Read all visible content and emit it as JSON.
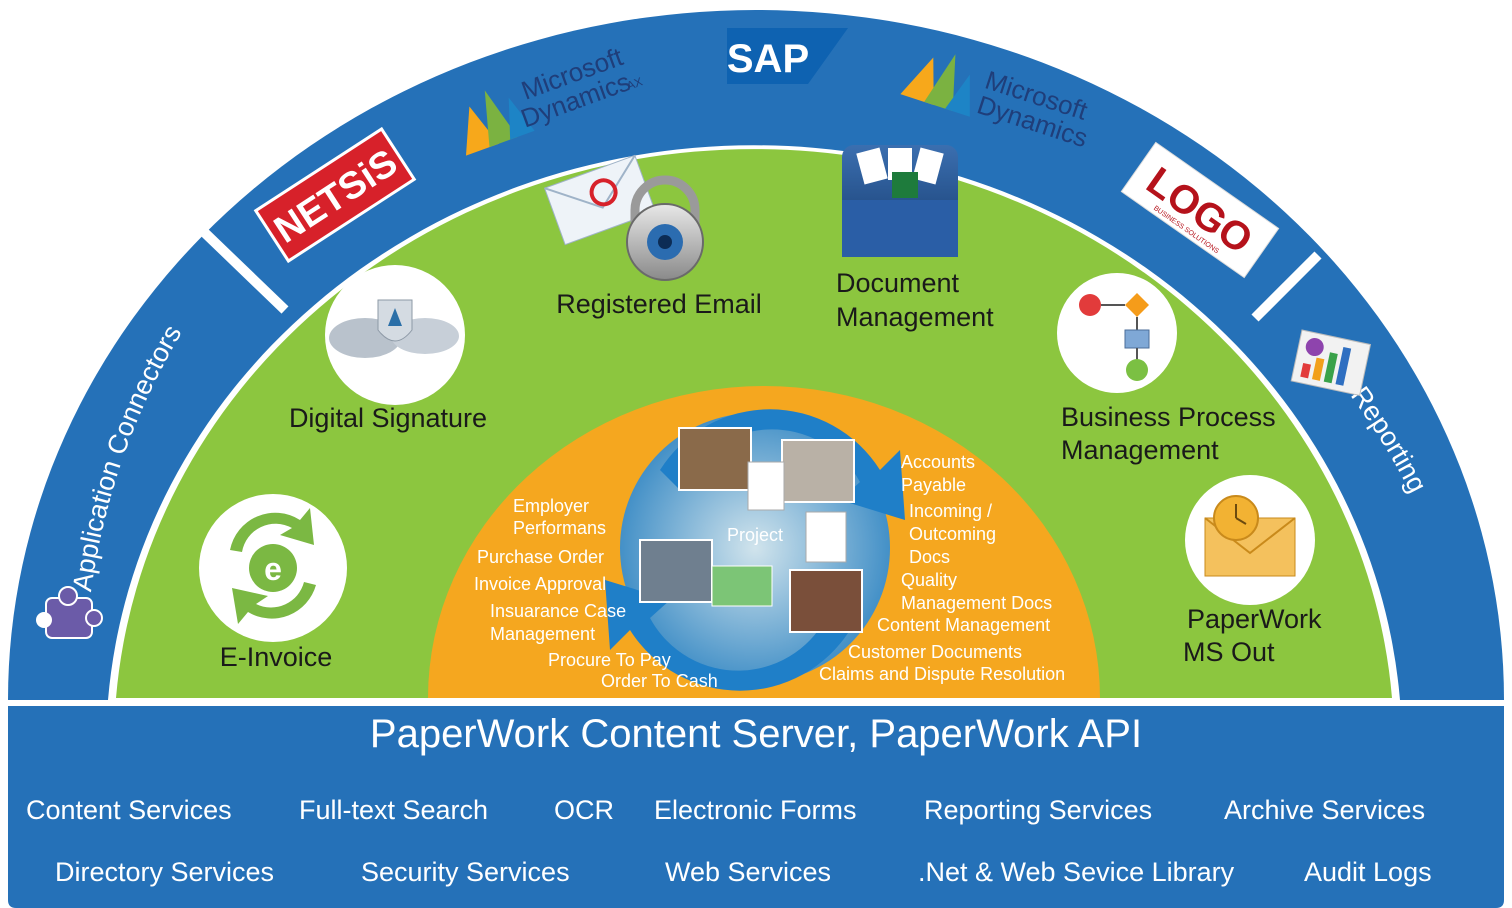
{
  "colors": {
    "outer_ring": "#2571b8",
    "green_zone": "#8cc63f",
    "orange_core": "#f5a71f",
    "base_band": "#2571b8",
    "white": "#ffffff",
    "netsis_red": "#d7212a",
    "logo_red": "#b5121b"
  },
  "outer_ring": {
    "left_label": "Application Connectors",
    "right_label": "Reporting",
    "left_icon": "puzzle-icon",
    "right_icon": "report-chart-icon",
    "connectors": {
      "netsis": "NETSiS",
      "ms_ax_line1": "Microsoft",
      "ms_ax_line2": "Dynamics",
      "ms_ax_suffix": "AX",
      "sap": "SAP",
      "ms_line1": "Microsoft",
      "ms_line2": "Dynamics",
      "logo": "LOGO",
      "logo_sub": "BUSINESS SOLUTIONS"
    }
  },
  "modules": {
    "e_invoice": "E-Invoice",
    "digital_signature": "Digital Signature",
    "registered_email": "Registered Email",
    "document_management_1": "Document",
    "document_management_2": "Management",
    "bpm_1": "Business Process",
    "bpm_2": "Management",
    "ms_out_1": "PaperWork",
    "ms_out_2": "MS Out"
  },
  "core": {
    "center": "Project",
    "left_items": [
      "Employer",
      "Performans",
      "Purchase Order",
      "Invoice Approval",
      "Insuarance Case",
      "Management",
      "Procure To Pay",
      "Order To Cash"
    ],
    "right_items": [
      "Accounts",
      "Payable",
      "Incoming /",
      "Outcoming",
      "Docs",
      "Quality",
      "Management Docs",
      "Content Management",
      "Customer Documents",
      "Claims and Dispute Resolution"
    ]
  },
  "base": {
    "title": "PaperWork Content Server, PaperWork API",
    "row1": [
      "Content Services",
      "Full-text Search",
      "OCR",
      "Electronic Forms",
      "Reporting Services",
      "Archive Services"
    ],
    "row2": [
      "Directory Services",
      "Security Services",
      "Web Services",
      ".Net & Web Sevice Library",
      "Audit Logs"
    ]
  }
}
